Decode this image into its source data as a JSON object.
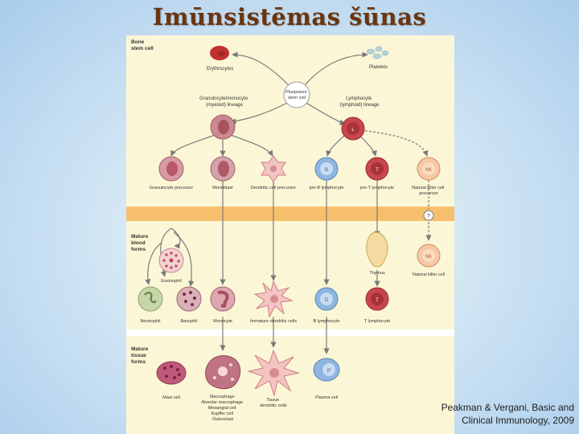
{
  "title": "Imūnsistēmas šūnas",
  "citation": {
    "line1": "Peakman & Vergani, Basic and",
    "line2": "Clinical Immunology, 2009"
  },
  "figure": {
    "section_bone": [
      "Bone",
      "stem cell"
    ],
    "section_blood": [
      "Mature",
      "blood",
      "forms"
    ],
    "section_tissue": [
      "Mature",
      "tissue",
      "forms"
    ],
    "erythrocytes": "Erythrocytes",
    "platelets": "Platelets",
    "stem": [
      "Pluripotent",
      "stem cell"
    ],
    "myeloid": [
      "Granulocyte/monocyte",
      "(myeloid) lineage"
    ],
    "lymphoid": [
      "Lymphocyte",
      "(lymphoid) lineage"
    ],
    "granulocyte_precursor": "Granulocyte precursor",
    "monoblast": "Monoblast",
    "dendritic_precursor": "Dendritic cell precursor",
    "pre_b": "pre-B lymphocyte",
    "pre_t": "pre-T lymphocyte",
    "nk_precursor": [
      "Natural killer cell",
      "precursor"
    ],
    "eosinophil_label": "Eosinophil",
    "thymus": "Thymus",
    "nk_cell": "Natural killer cell",
    "neutrophil": "Neutrophil",
    "basophil": "Basophil",
    "monocyte": "Monocyte",
    "immature_dendritic": "Immature dendritic cells",
    "b_lymphocyte": "B lymphocyte",
    "t_lymphocyte": "T lymphocyte",
    "mast_cell": "Mast cell",
    "macrophage": [
      "Macrophage",
      "Alveolar macrophage",
      "Mesangial cell",
      "Kupffer cell",
      "Osteoclast"
    ],
    "tissue_dendritic": [
      "Tissue",
      "dendritic cells"
    ],
    "plasma_cell": "Plasma cell",
    "cell_letters": {
      "l": "L",
      "b": "B",
      "t": "T",
      "nk": "NK",
      "d": "D",
      "p": "P",
      "q": "?"
    }
  },
  "colors": {
    "title": "#6b3510",
    "panel": "#fbf7d6",
    "band": "#f6bf6c",
    "erythrocyte": "#c0322f",
    "myeloid": "#c98a92",
    "lymphoid_b": "#8fb6e0",
    "lymphoid_t": "#c7474c",
    "nk": "#f7c8a4",
    "neutrophil": "#c7d6a9"
  }
}
